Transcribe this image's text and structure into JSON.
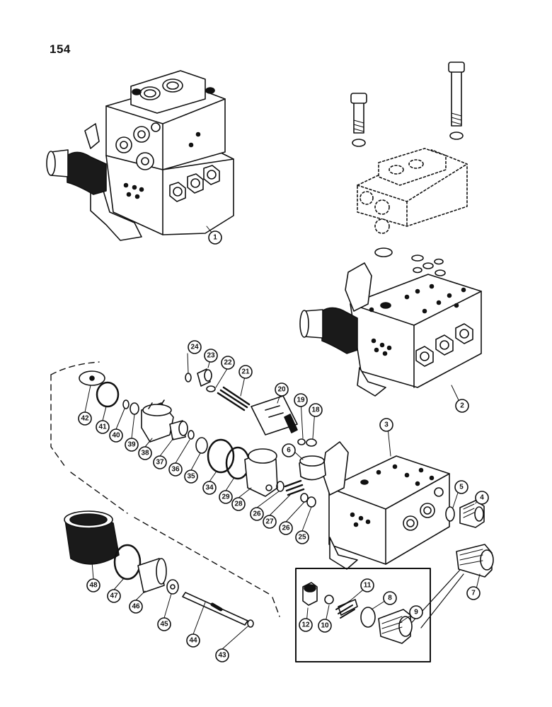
{
  "page_number": "154",
  "callouts": [
    "1",
    "2",
    "3",
    "4",
    "5",
    "6",
    "7",
    "8",
    "9",
    "10",
    "11",
    "12",
    "18",
    "19",
    "20",
    "21",
    "22",
    "23",
    "24",
    "25",
    "26",
    "26",
    "27",
    "28",
    "29",
    "34",
    "35",
    "36",
    "37",
    "38",
    "39",
    "40",
    "41",
    "42",
    "43",
    "44",
    "45",
    "46",
    "47",
    "48"
  ],
  "colors": {
    "ink": "#111111",
    "fill": "#ffffff",
    "shade": "#1a1a1a"
  }
}
